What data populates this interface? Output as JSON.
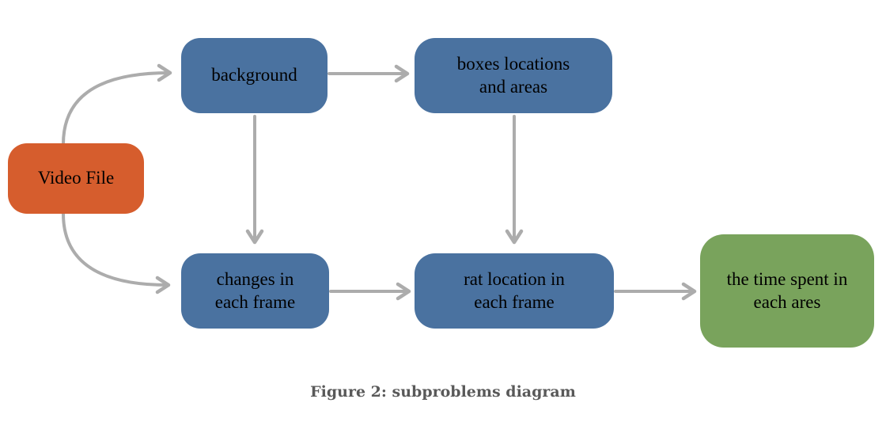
{
  "figure": {
    "caption": "Figure 2: subproblems diagram"
  },
  "diagram": {
    "nodes": [
      {
        "id": "video-file",
        "label": "Video File",
        "fill": "#D65D2D",
        "shape": "rounded-rectangle"
      },
      {
        "id": "background",
        "label": "background",
        "fill": "#4A72A0",
        "shape": "rounded-rectangle"
      },
      {
        "id": "boxes-locations",
        "label": "boxes locations\nand areas",
        "fill": "#4A72A0",
        "shape": "rounded-rectangle"
      },
      {
        "id": "changes-frame",
        "label": "changes in\neach frame",
        "fill": "#4A72A0",
        "shape": "rounded-rectangle"
      },
      {
        "id": "rat-location",
        "label": "rat location in\neach frame",
        "fill": "#4A72A0",
        "shape": "rounded-rectangle"
      },
      {
        "id": "time-spent",
        "label": "the time spent in\neach ares",
        "fill": "#79A35C",
        "shape": "rounded-rectangle"
      }
    ],
    "edges": [
      {
        "from": "video-file",
        "to": "background",
        "style": "curved"
      },
      {
        "from": "video-file",
        "to": "changes-frame",
        "style": "curved"
      },
      {
        "from": "background",
        "to": "boxes-locations",
        "style": "straight"
      },
      {
        "from": "background",
        "to": "changes-frame",
        "style": "straight"
      },
      {
        "from": "boxes-locations",
        "to": "rat-location",
        "style": "straight"
      },
      {
        "from": "changes-frame",
        "to": "rat-location",
        "style": "straight"
      },
      {
        "from": "rat-location",
        "to": "time-spent",
        "style": "straight"
      }
    ],
    "colors": {
      "source_node": "#D65D2D",
      "process_node": "#4A72A0",
      "result_node": "#79A35C",
      "arrow": "#ACACAC",
      "node_text": "#000000",
      "caption_text": "#595959",
      "background": "#FFFFFF"
    }
  }
}
